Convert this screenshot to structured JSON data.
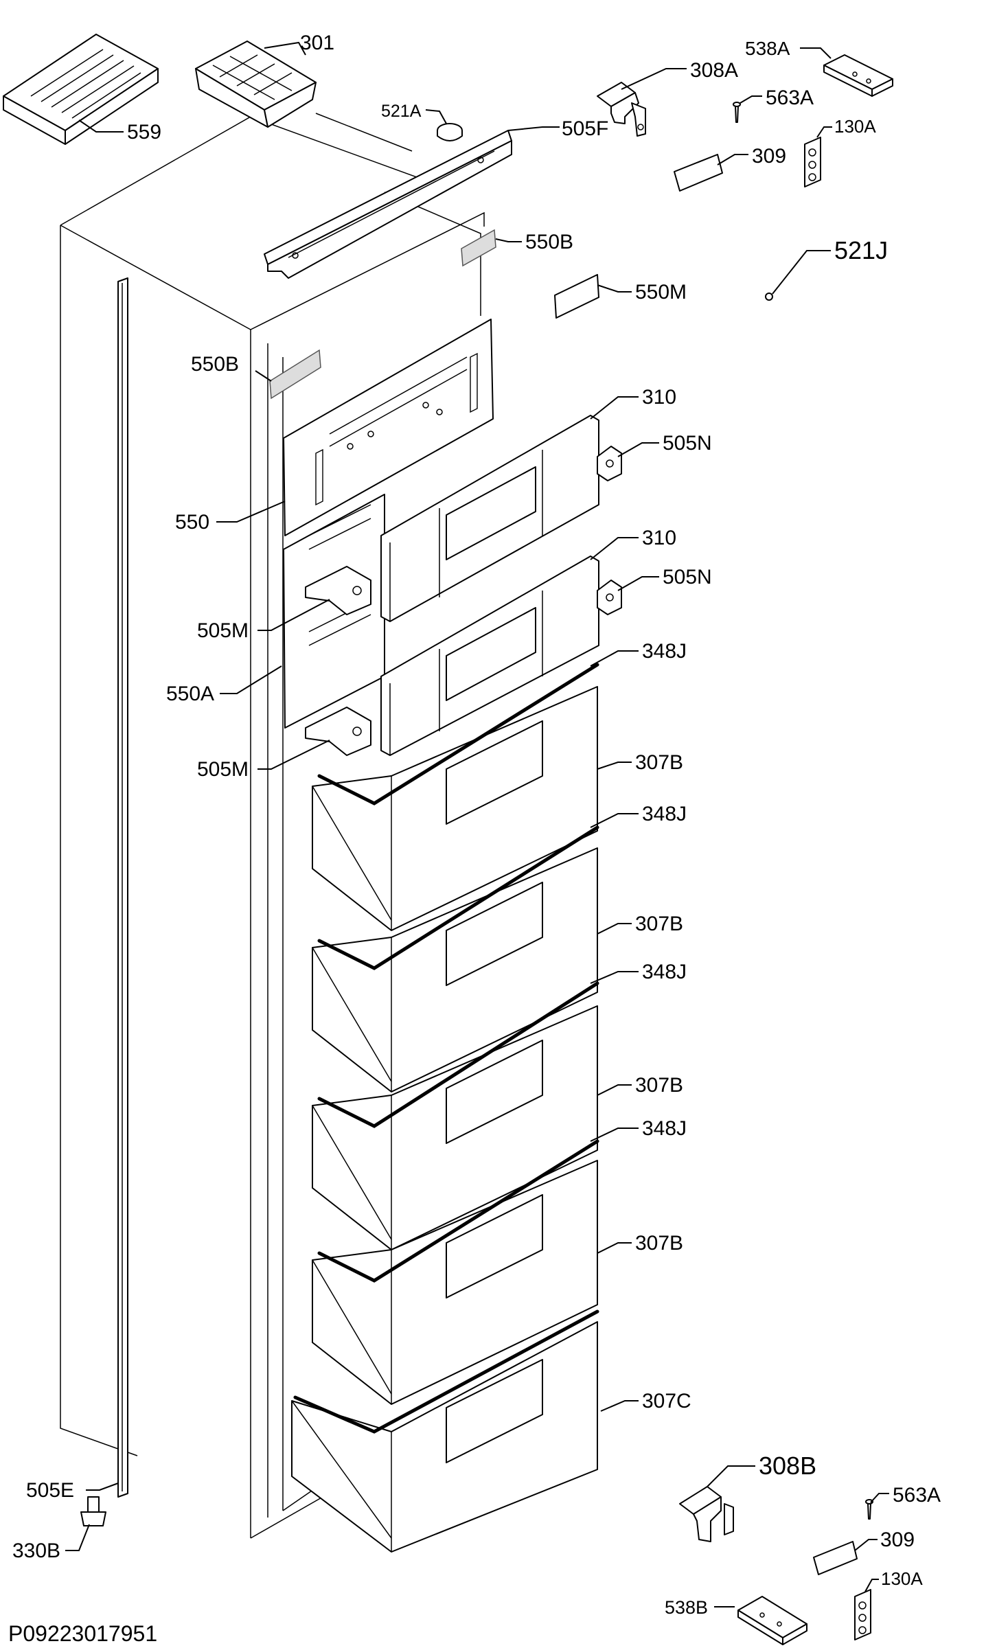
{
  "drawing": {
    "code": "P09223017951"
  },
  "labels": {
    "l301": "301",
    "l559": "559",
    "l521A": "521A",
    "l505F": "505F",
    "l308A": "308A",
    "l538A": "538A",
    "l563A_top": "563A",
    "l130A_top": "130A",
    "l309_top": "309",
    "l521J": "521J",
    "l550B_right": "550B",
    "l550M": "550M",
    "l550B_left": "550B",
    "l310_a": "310",
    "l505N_a": "505N",
    "l550": "550",
    "l310_b": "310",
    "l505N_b": "505N",
    "l505M_a": "505M",
    "l550A": "550A",
    "l348J_a": "348J",
    "l505M_b": "505M",
    "l307B_a": "307B",
    "l348J_b": "348J",
    "l307B_b": "307B",
    "l348J_c": "348J",
    "l307B_c": "307B",
    "l348J_d": "348J",
    "l307B_d": "307B",
    "l307C": "307C",
    "l308B": "308B",
    "l563A_bot": "563A",
    "l309_bot": "309",
    "l505E": "505E",
    "l330B": "330B",
    "l538B": "538B",
    "l130A_bot": "130A"
  }
}
